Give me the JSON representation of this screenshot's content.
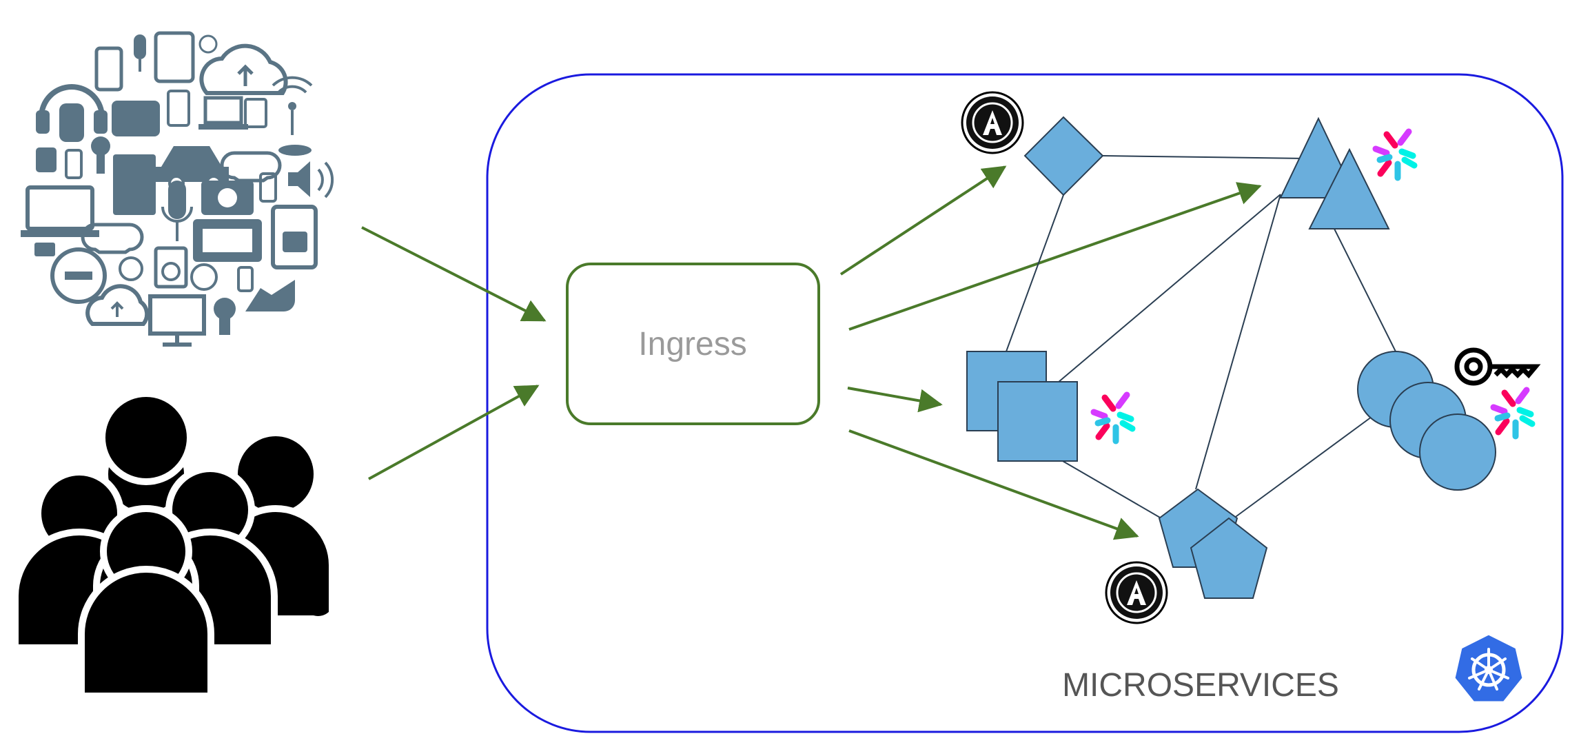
{
  "ingress": {
    "label": "Ingress"
  },
  "cluster": {
    "label": "MICROSERVICES"
  },
  "colors": {
    "arrow": "#4a7a2a",
    "cluster_border": "#1a1adf",
    "service_fill": "#6aaedc",
    "service_stroke": "#2a3e52",
    "device_icons": "#5a7485",
    "users": "#000000",
    "ingress_text": "#9a9a9a",
    "cluster_text": "#555555",
    "k8s": "#326ce5",
    "jwt": [
      "#2ec4e6",
      "#d63aff",
      "#fb015b",
      "#00f2e6"
    ]
  },
  "icons": {
    "clients_devices": "iot-devices-icon-cloud",
    "clients_users": "users-group-icon",
    "oauth": "oauth-badge-icon",
    "jwt": "jwt-logo-icon",
    "api_key": "key-icon",
    "kubernetes": "kubernetes-logo-icon"
  }
}
